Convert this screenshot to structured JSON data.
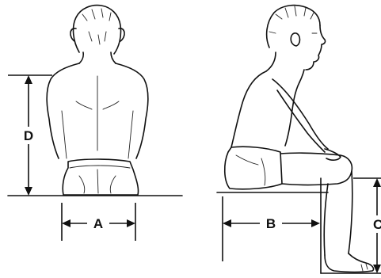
{
  "figure": {
    "views": [
      {
        "view": "back",
        "measurements": [
          "D",
          "A"
        ]
      },
      {
        "view": "side",
        "measurements": [
          "B",
          "C"
        ]
      }
    ]
  },
  "labels": {
    "a": "A",
    "b": "B",
    "c": "C",
    "d": "D"
  }
}
